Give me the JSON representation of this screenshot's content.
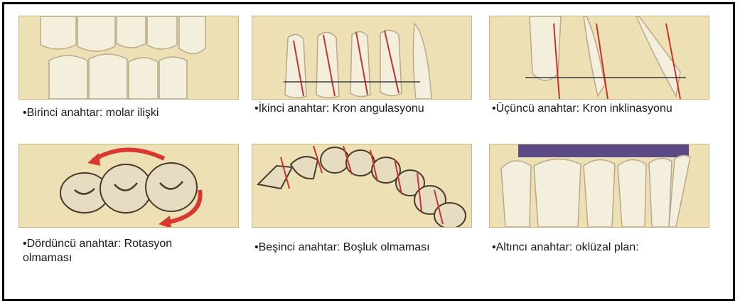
{
  "keys": [
    {
      "caption": "•Birinci anahtar: molar ilişki",
      "image": "molar-relation-illustration"
    },
    {
      "caption": "•İkinci anahtar: Kron angulasyonu",
      "image": "crown-angulation-illustration"
    },
    {
      "caption": "•Üçüncü anahtar: Kron inklinasyonu",
      "image": "crown-inclination-illustration"
    },
    {
      "caption": "•Dördüncü anahtar: Rotasyon olmaması",
      "image": "no-rotation-illustration"
    },
    {
      "caption": "•Beşinci anahtar: Boşluk olmaması",
      "image": "no-spacing-illustration"
    },
    {
      "caption": "•Altıncı anahtar: oklüzal plan:",
      "image": "occlusal-plane-illustration"
    }
  ],
  "colors": {
    "panel": "#ede0b4",
    "tooth": "#f4eedc",
    "tooth_shadow": "#b9a98a",
    "line": "#c8322a",
    "accent_arrow": "#d9382e"
  }
}
